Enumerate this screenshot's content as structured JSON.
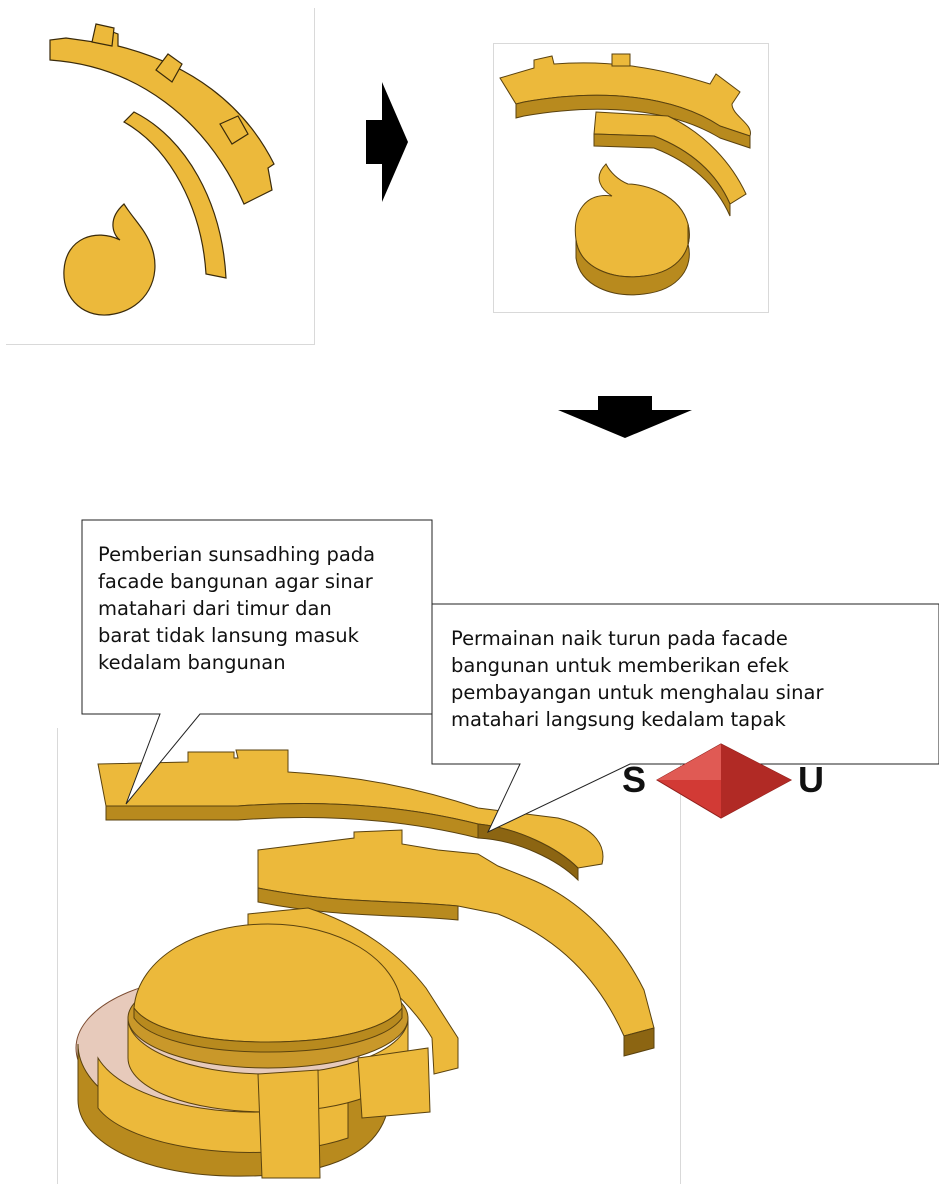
{
  "callouts": {
    "left": "Pemberian sunsadhing pada\nfacade bangunan agar sinar\nmatahari dari timur dan\nbarat tidak lansung masuk\nkedalam bangunan",
    "right": "Permainan naik turun pada facade\nbangunan untuk memberikan efek\npembayangan untuk menghalau sinar\nmatahari langsung kedalam tapak"
  },
  "compass": {
    "left_label": "S",
    "right_label": "U",
    "color": "#d23a35"
  },
  "colors": {
    "gold": "#ecb93b",
    "gold_side": "#b88a1e",
    "gold_dark": "#8c6512",
    "outline": "#3a2a0a",
    "arrow": "#000000"
  },
  "icons": [
    "arrow-right-icon",
    "arrow-down-icon",
    "compass-diamond-icon"
  ]
}
